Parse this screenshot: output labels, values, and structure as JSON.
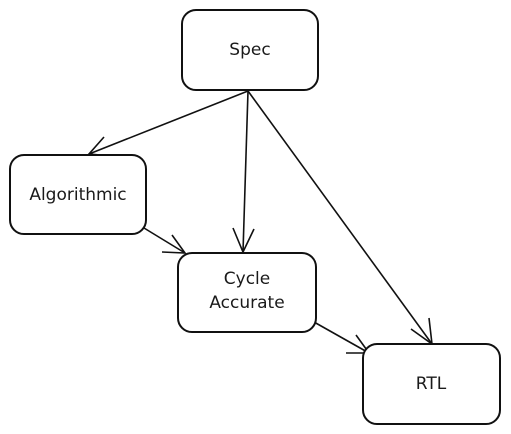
{
  "nodes": {
    "spec": {
      "label": "Spec"
    },
    "algorithmic": {
      "label": "Algorithmic"
    },
    "cycle_accurate": {
      "line1": "Cycle",
      "line2": "Accurate"
    },
    "rtl": {
      "label": "RTL"
    }
  },
  "edges": [
    {
      "from": "Spec",
      "to": "Algorithmic"
    },
    {
      "from": "Spec",
      "to": "Cycle Accurate"
    },
    {
      "from": "Spec",
      "to": "RTL"
    },
    {
      "from": "Algorithmic",
      "to": "Cycle Accurate"
    },
    {
      "from": "Cycle Accurate",
      "to": "RTL"
    }
  ],
  "colors": {
    "stroke": "#111111",
    "fill": "#ffffff",
    "text": "#1a1a1a"
  }
}
